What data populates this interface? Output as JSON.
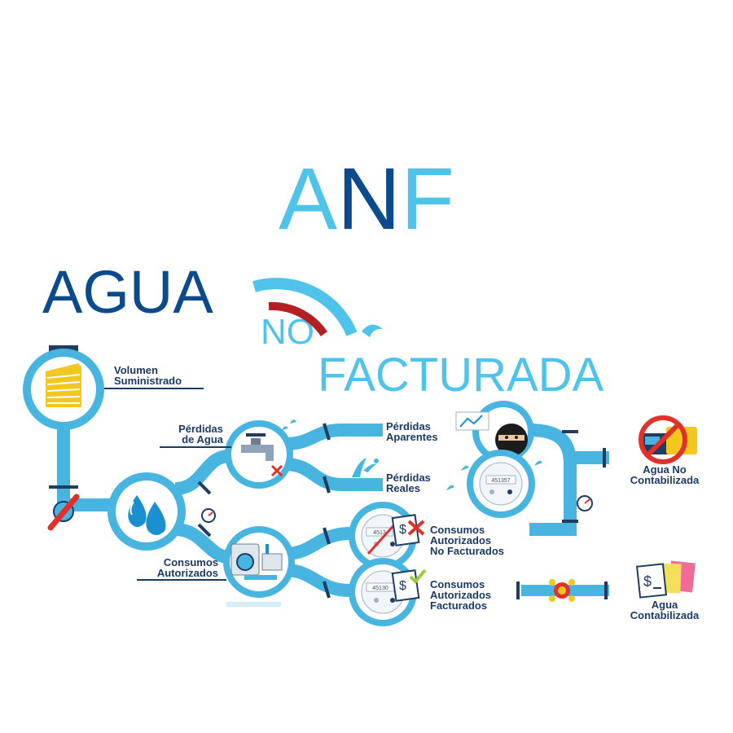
{
  "title": {
    "acronym": [
      "A",
      "N",
      "F"
    ],
    "line1": "AGUA",
    "line2": "NO",
    "line3": "FACTURADA"
  },
  "colors": {
    "light_blue": "#4fc3ea",
    "dark_blue": "#0b4a8b",
    "pipe": "#48b5e0",
    "pipe_dark": "#1f3d63",
    "warning_red": "#e0312b",
    "check_green": "#9dcc3a"
  },
  "labels": {
    "volumen": [
      "Volumen",
      "Suministrado"
    ],
    "perdidas_agua": [
      "Pérdidas",
      "de Agua"
    ],
    "perdidas_aparentes": [
      "Pérdidas",
      "Aparentes"
    ],
    "perdidas_reales": [
      "Pérdidas",
      "Reales"
    ],
    "consumos_autorizados": [
      "Consumos",
      "Autorizados"
    ],
    "cons_no_fact": [
      "Consumos",
      "Autorizados",
      "No Facturados"
    ],
    "cons_fact": [
      "Consumos",
      "Autorizados",
      "Facturados"
    ],
    "agua_no_cont": [
      "Agua No",
      "Contabilizada"
    ],
    "agua_cont": [
      "Agua",
      "Contabilizada"
    ]
  },
  "meters": {
    "reales": "451357",
    "no_facturados": "4513",
    "facturados": "45130"
  },
  "icons": [
    "building-icon",
    "water-drops-icon",
    "faucet-icon",
    "thief-icon",
    "water-meter-icon",
    "bill-icon",
    "no-car-icon",
    "washing-machine-icon",
    "pressure-gauge-icon",
    "valve-icon"
  ]
}
